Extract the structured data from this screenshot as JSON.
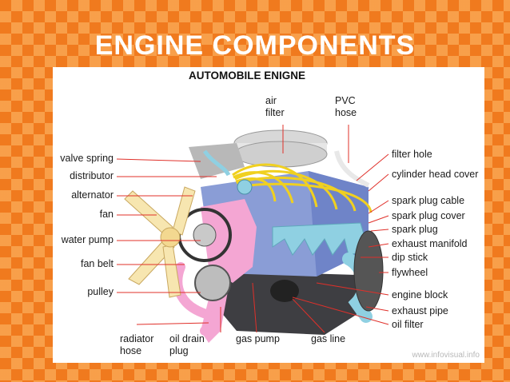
{
  "slide": {
    "title": "ENGINE COMPONENTS"
  },
  "diagram": {
    "title": "AUTOMOBILE ENIGNE",
    "watermark": "www.infovisual.info",
    "labels": {
      "air_filter": "air\nfilter",
      "pvc_hose": "PVC\nhose",
      "valve_spring": "valve spring",
      "distributor": "distributor",
      "alternator": "alternator",
      "fan": "fan",
      "water_pump": "water pump",
      "fan_belt": "fan belt",
      "pulley": "pulley",
      "filter_hole": "filter hole",
      "cylinder_head_cover": "cylinder head cover",
      "spark_plug_cable": "spark plug cable",
      "spark_plug_cover": "spark plug cover",
      "spark_plug": "spark plug",
      "exhaust_manifold": "exhaust manifold",
      "dip_stick": "dip stick",
      "flywheel": "flywheel",
      "engine_block": "engine block",
      "exhaust_pipe": "exhaust pipe",
      "oil_filter": "oil filter",
      "radiator_hose": "radiator\nhose",
      "oil_drain_plug": "oil drain\nplug",
      "gas_pump": "gas pump",
      "gas_line": "gas line"
    },
    "colors": {
      "leader_line": "#e0302a",
      "engine_block": "#3e3e42",
      "cylinder_head": "#8a9dd6",
      "exhaust": "#8fd0e2",
      "pink_housing": "#f4a6d3",
      "fan": "#f7e6b0",
      "spark_cables": "#f0d020",
      "air_filter": "#e6e6e6"
    }
  }
}
